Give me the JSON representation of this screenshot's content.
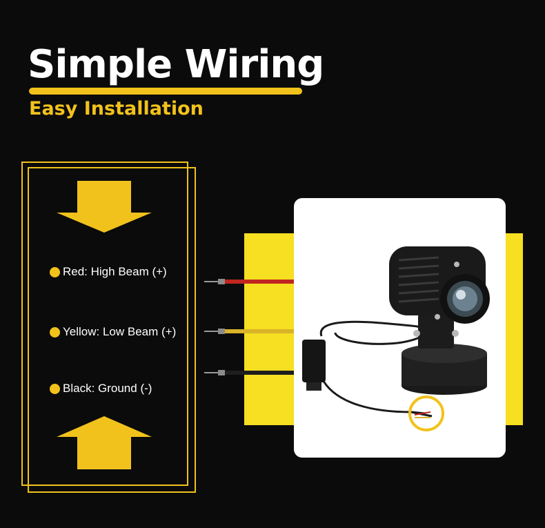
{
  "header": {
    "title": "Simple Wiring",
    "subtitle": "Easy Installation"
  },
  "legend": {
    "items": [
      {
        "label": "Red: High Beam (+)",
        "wire_color": "#c0261f"
      },
      {
        "label": "Yellow: Low Beam (+)",
        "wire_color": "#d9b428"
      },
      {
        "label": "Black: Ground (-)",
        "wire_color": "#2a2a2a"
      }
    ]
  },
  "colors": {
    "accent": "#f2c21c",
    "background": "#0b0b0b",
    "band": "#f7df22"
  },
  "icons": [
    "down-arrow-icon",
    "up-arrow-icon",
    "legend-dot-icon",
    "led-spotlight-product-image"
  ]
}
